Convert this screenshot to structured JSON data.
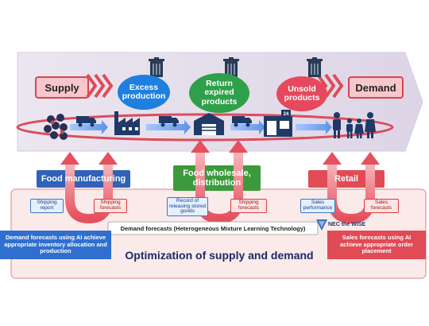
{
  "top": {
    "supply_label": "Supply",
    "demand_label": "Demand",
    "bubbles": [
      {
        "id": "excess",
        "text": "Excess production",
        "color": "#1f7fe0"
      },
      {
        "id": "return",
        "text": "Return expired products",
        "color": "#2fa04a"
      },
      {
        "id": "unsold",
        "text": "Unsold products",
        "color": "#e6495d"
      }
    ]
  },
  "sectors": [
    {
      "id": "food-manufacturing",
      "label": "Food manufacturing"
    },
    {
      "id": "food-wholesale",
      "label": "Food wholesale, distribution"
    },
    {
      "id": "retail",
      "label": "Retail"
    }
  ],
  "boxes": {
    "shipping_report": "Shipping report",
    "shipping_forecasts_1": "Shipping forecasts",
    "record_releasing": "Record of releasing stored goods",
    "shipping_forecasts_2": "Shipping forecasts",
    "sales_performance": "Sales performance",
    "sales_forecasts": "Sales forecasts"
  },
  "bottom": {
    "demand_forecasts": "Demand forecasts (Heterogeneous Mixture Learning Technology)",
    "nec_logo": "NEC the WISE",
    "left_text": "Demand forecasts using AI achieve appropriate inventory allocation and production",
    "right_text": "Sales forecasts using AI achieve appropriate order placement",
    "title": "Optimization of supply and demand"
  },
  "colors": {
    "band": "#e7e1ee",
    "blue_bar": "#2f62b8",
    "green_bar": "#3c9a3c",
    "red_bar": "#e04b56",
    "red_ellipse": "#e14a5a",
    "icon": "#1f3a66"
  }
}
